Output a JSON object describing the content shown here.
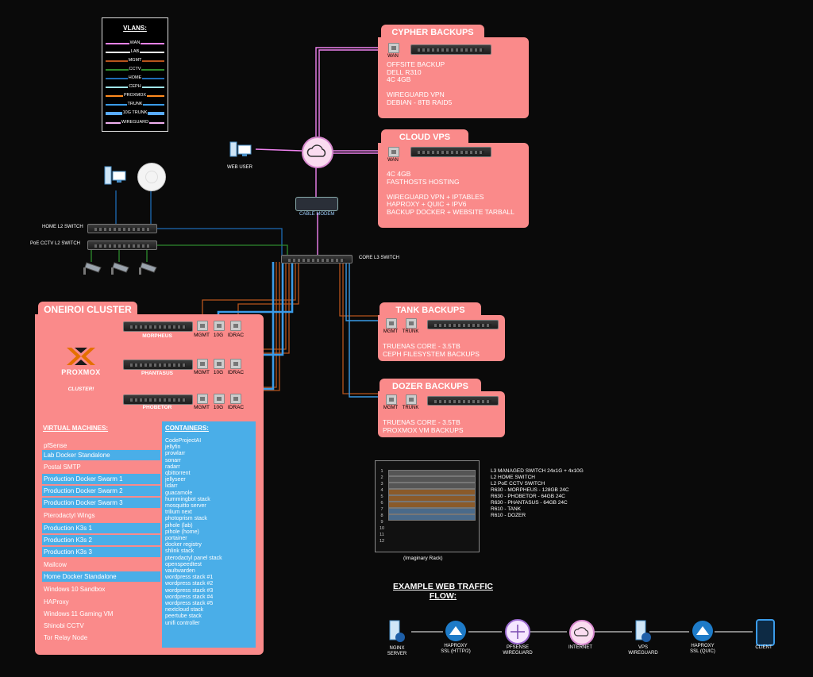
{
  "colors": {
    "wan": "#ee82ee",
    "lab": "#ffffff",
    "mgmt": "#b8541c",
    "cctv": "#2e8b2e",
    "home": "#1d6bb5",
    "ceph": "#a0e6f0",
    "proxmox": "#ff8a1f",
    "trunk": "#3a9be8",
    "tengtrunk": "#58aaff",
    "wireguard": "#f0b0f0",
    "card": "#fa8a8a",
    "vm_blue": "#4aaee8"
  },
  "legend": {
    "title": "VLANS:",
    "items": [
      "WAN",
      "LAB",
      "MGMT",
      "CCTV",
      "HOME",
      "CEPH",
      "PROXMOX",
      "TRUNK",
      "10G TRUNK",
      "WIREGUARD"
    ]
  },
  "cypher": {
    "title": "CYPHER BACKUPS",
    "port": "WAN",
    "lines": "OFFSITE BACKUP\nDELL R310\n4C 4GB\n\nWIREGUARD VPN\nDEBIAN - 8TB RAID5"
  },
  "cloud_vps": {
    "title": "CLOUD VPS",
    "port": "WAN",
    "lines": "4C 4GB\nFASTHOSTS HOSTING\n\nWIREGUARD VPN + IPTABLES\nHAPROXY + QUIC + IPV6\nBACKUP DOCKER + WEBSITE TARBALL"
  },
  "web_user": "WEB USER",
  "cable_modem": "CABLE MODEM",
  "switches": {
    "home": "HOME L2 SWITCH",
    "cctv": "PoE CCTV L2 SWITCH",
    "core": "CORE L3 SWITCH"
  },
  "tank": {
    "title": "TANK BACKUPS",
    "ports": [
      "MGMT",
      "TRUNK"
    ],
    "lines": "TRUENAS CORE - 3.5TB\nCEPH FILESYSTEM BACKUPS"
  },
  "dozer": {
    "title": "DOZER BACKUPS",
    "ports": [
      "MGMT",
      "TRUNK"
    ],
    "lines": "TRUENAS CORE - 3.5TB\nPROXMOX VM BACKUPS"
  },
  "cluster": {
    "title": "ONEIROI CLUSTER",
    "logo_text": "PROXMOX",
    "subtitle": "CLUSTER!",
    "nodes": [
      {
        "name": "MORPHEUS",
        "ports": [
          "MGMT",
          "10G",
          "IDRAC"
        ]
      },
      {
        "name": "PHANTASUS",
        "ports": [
          "MGMT",
          "10G",
          "IDRAC"
        ]
      },
      {
        "name": "PHOBETOR",
        "ports": [
          "MGMT",
          "10G",
          "IDRAC"
        ]
      }
    ],
    "vm_header": "VIRTUAL MACHINES:",
    "vms": [
      {
        "label": "pfSense",
        "hl": false
      },
      {
        "label": "Lab Docker Standalone",
        "hl": true
      },
      {
        "label": "Postal SMTP",
        "hl": false
      },
      {
        "label": "Production Docker Swarm 1",
        "hl": true
      },
      {
        "label": "Production Docker Swarm 2",
        "hl": true
      },
      {
        "label": "Production Docker Swarm 3",
        "hl": true
      },
      {
        "label": "Pterodactyl Wings",
        "hl": false
      },
      {
        "label": "Production K3s 1",
        "hl": true
      },
      {
        "label": "Production K3s 2",
        "hl": true
      },
      {
        "label": "Production K3s 3",
        "hl": true
      },
      {
        "label": "Mailcow",
        "hl": false
      },
      {
        "label": "Home Docker Standalone",
        "hl": true
      },
      {
        "label": "Windows 10 Sandbox",
        "hl": false
      },
      {
        "label": "HAProxy",
        "hl": false
      },
      {
        "label": "Windows 11 Gaming VM",
        "hl": false
      },
      {
        "label": "Shinobi CCTV",
        "hl": false
      },
      {
        "label": "Tor Relay Node",
        "hl": false
      }
    ],
    "ct_header": "CONTAINERS:",
    "containers": "CodeProjectAI\njellyfin\nprowlarr\nsonarr\nradarr\nqbittorrent\njellyseer\nlidarr\nguacamole\nhummingbot stack\nmosquitto server\ntrilium next\nphotoprism stack\npihole (lab)\npihole (home)\nportainer\ndocker registry\nshlink stack\npterodactyl panel stack\nopenspeedtest\nvaultwarden\nwordpress stack #1\nwordpress stack #2\nwordpress stack #3\nwordpress stack #4\nwordpress stack #5\nnextcloud stack\npeertube stack\nunifi controller"
  },
  "rack": {
    "caption": "(Imaginary Rack)",
    "numbers": [
      "1",
      "2",
      "3",
      "4",
      "5",
      "6",
      "7",
      "8",
      "9",
      "10",
      "11",
      "12"
    ],
    "labels": "L3 MANAGED SWITCH 24x1G + 4x10G\nL2 HOME SWITCH\nL2 PoE CCTV SWITCH\nR630 - MORPHEUS - 128GB 24C\nR630 - PHOBETOR - 64GB 24C\nR630 - PHANTASUS - 64GB 24C\nR610 - TANK\nR610 - DOZER"
  },
  "flow": {
    "title": "EXAMPLE WEB TRAFFIC\nFLOW:",
    "steps": [
      {
        "label": "NGINX\nSERVER",
        "icon": "server-icon"
      },
      {
        "label": "HAPROXY\nSSL (HTTP/2)",
        "icon": "proxy-icon"
      },
      {
        "label": "PFSENSE\nWIREGUARD",
        "icon": "firewall-icon"
      },
      {
        "label": "INTERNET",
        "icon": "cloud-icon"
      },
      {
        "label": "VPS\nWIREGUARD",
        "icon": "server-icon"
      },
      {
        "label": "HAPROXY\nSSL (QUIC)",
        "icon": "proxy-icon"
      },
      {
        "label": "CLIENT",
        "icon": "phone-icon"
      }
    ]
  }
}
